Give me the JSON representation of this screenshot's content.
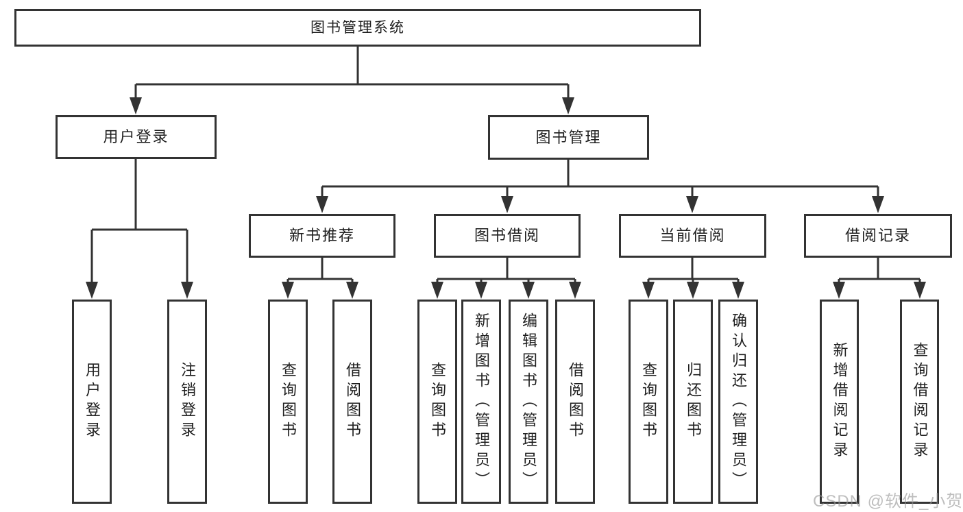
{
  "diagram": {
    "root": {
      "label": "图书管理系统"
    },
    "branches": [
      {
        "label": "用户登录",
        "children": [
          "用户登录",
          "注销登录"
        ]
      },
      {
        "label": "图书管理"
      }
    ],
    "modules": [
      {
        "label": "新书推荐",
        "children": [
          "查询图书",
          "借阅图书"
        ]
      },
      {
        "label": "图书借阅",
        "children": [
          "查询图书",
          "新增图书（管理员）",
          "编辑图书（管理员）",
          "借阅图书"
        ]
      },
      {
        "label": "当前借阅",
        "children": [
          "查询图书",
          "归还图书",
          "确认归还（管理员）"
        ]
      },
      {
        "label": "借阅记录",
        "children": [
          "新增借阅记录",
          "查询借阅记录"
        ]
      }
    ]
  },
  "watermark": {
    "text": "CSDN @软件_小贺同学"
  },
  "colors": {
    "line": "#333333",
    "box_border": "#333333",
    "text": "#1f1f1f",
    "background": "#ffffff",
    "watermark": "#969696"
  }
}
